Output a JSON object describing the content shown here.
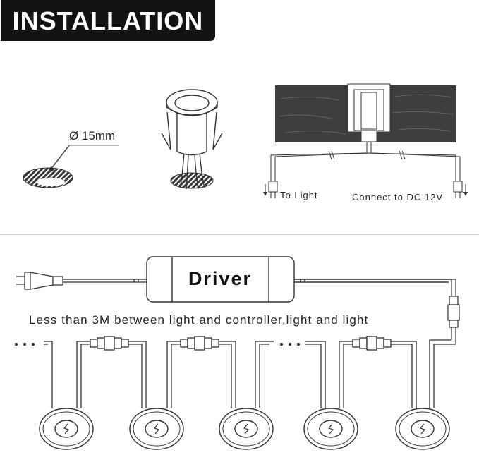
{
  "title": "INSTALLATION",
  "hole_label": "Ø 15mm",
  "to_light_label": "To Light",
  "power_label": "Connect to DC 12V",
  "driver_label": "Driver",
  "note": "Less than 3M between light and controller,light and light",
  "light_icon": "lightning-bolt-icon",
  "colors": {
    "badge": "#121212",
    "wood": "#3e3e3e",
    "line": "#333333"
  }
}
